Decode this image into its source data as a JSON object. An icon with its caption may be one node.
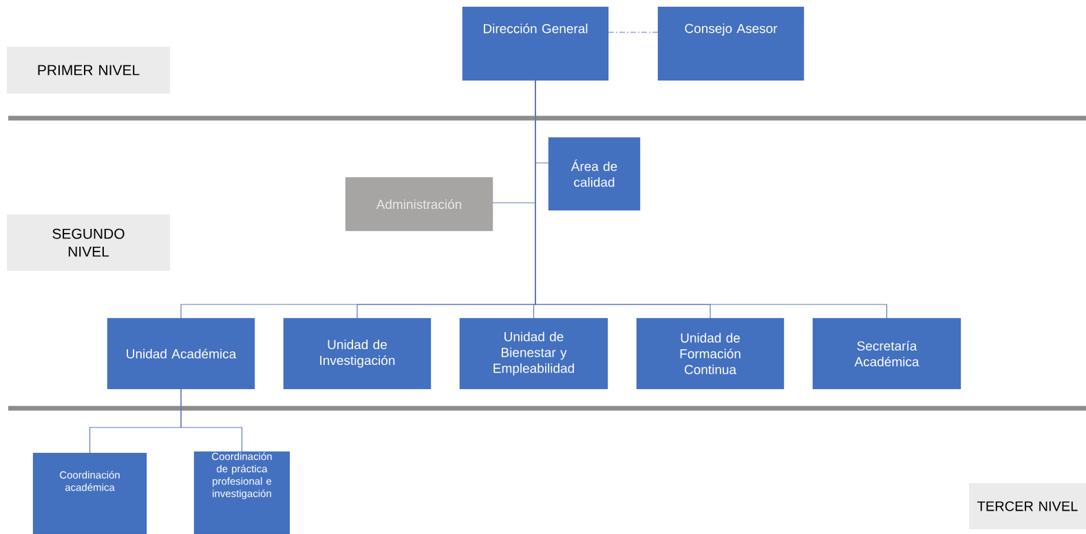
{
  "diagram": {
    "nodes": [
      {
        "text": [
          "PRIMER NIVEL"
        ]
      },
      {
        "text": [
          "Dirección General"
        ]
      },
      {
        "text": [
          "Consejo Asesor"
        ]
      },
      {
        "text": [
          "SEGUNDO NIVEL"
        ]
      },
      {
        "text": [
          "Área de calidad"
        ]
      },
      {
        "text": [
          "Administración"
        ]
      },
      {
        "text": [
          "Unidad Académica"
        ]
      },
      {
        "text": [
          "Unidad de Investigación"
        ]
      },
      {
        "text": [
          "Unidad de Bienestar y Empleabilidad"
        ]
      },
      {
        "text": [
          "Unidad de Formación Continua"
        ]
      },
      {
        "text": [
          "Secretaría Académica"
        ]
      },
      {
        "text": [
          "TERCER NIVEL"
        ]
      },
      {
        "text": [
          "Coordinación académica"
        ]
      },
      {
        "text": [
          "Coordinación de práctica profesional e investigación"
        ]
      }
    ],
    "edges": [
      {
        "from": 1,
        "to": 2,
        "arrow": "none",
        "style": "dashed"
      },
      {
        "from": 1,
        "to": 4,
        "arrow": "none"
      },
      {
        "from": 1,
        "to": 5,
        "arrow": "none"
      },
      {
        "from": 1,
        "to": 6,
        "arrow": "none"
      },
      {
        "from": 1,
        "to": 7,
        "arrow": "none"
      },
      {
        "from": 1,
        "to": 8,
        "arrow": "none"
      },
      {
        "from": 1,
        "to": 9,
        "arrow": "none"
      },
      {
        "from": 1,
        "to": 10,
        "arrow": "none"
      },
      {
        "from": 6,
        "to": 12,
        "arrow": "none"
      },
      {
        "from": 6,
        "to": 13,
        "arrow": "none"
      }
    ]
  }
}
